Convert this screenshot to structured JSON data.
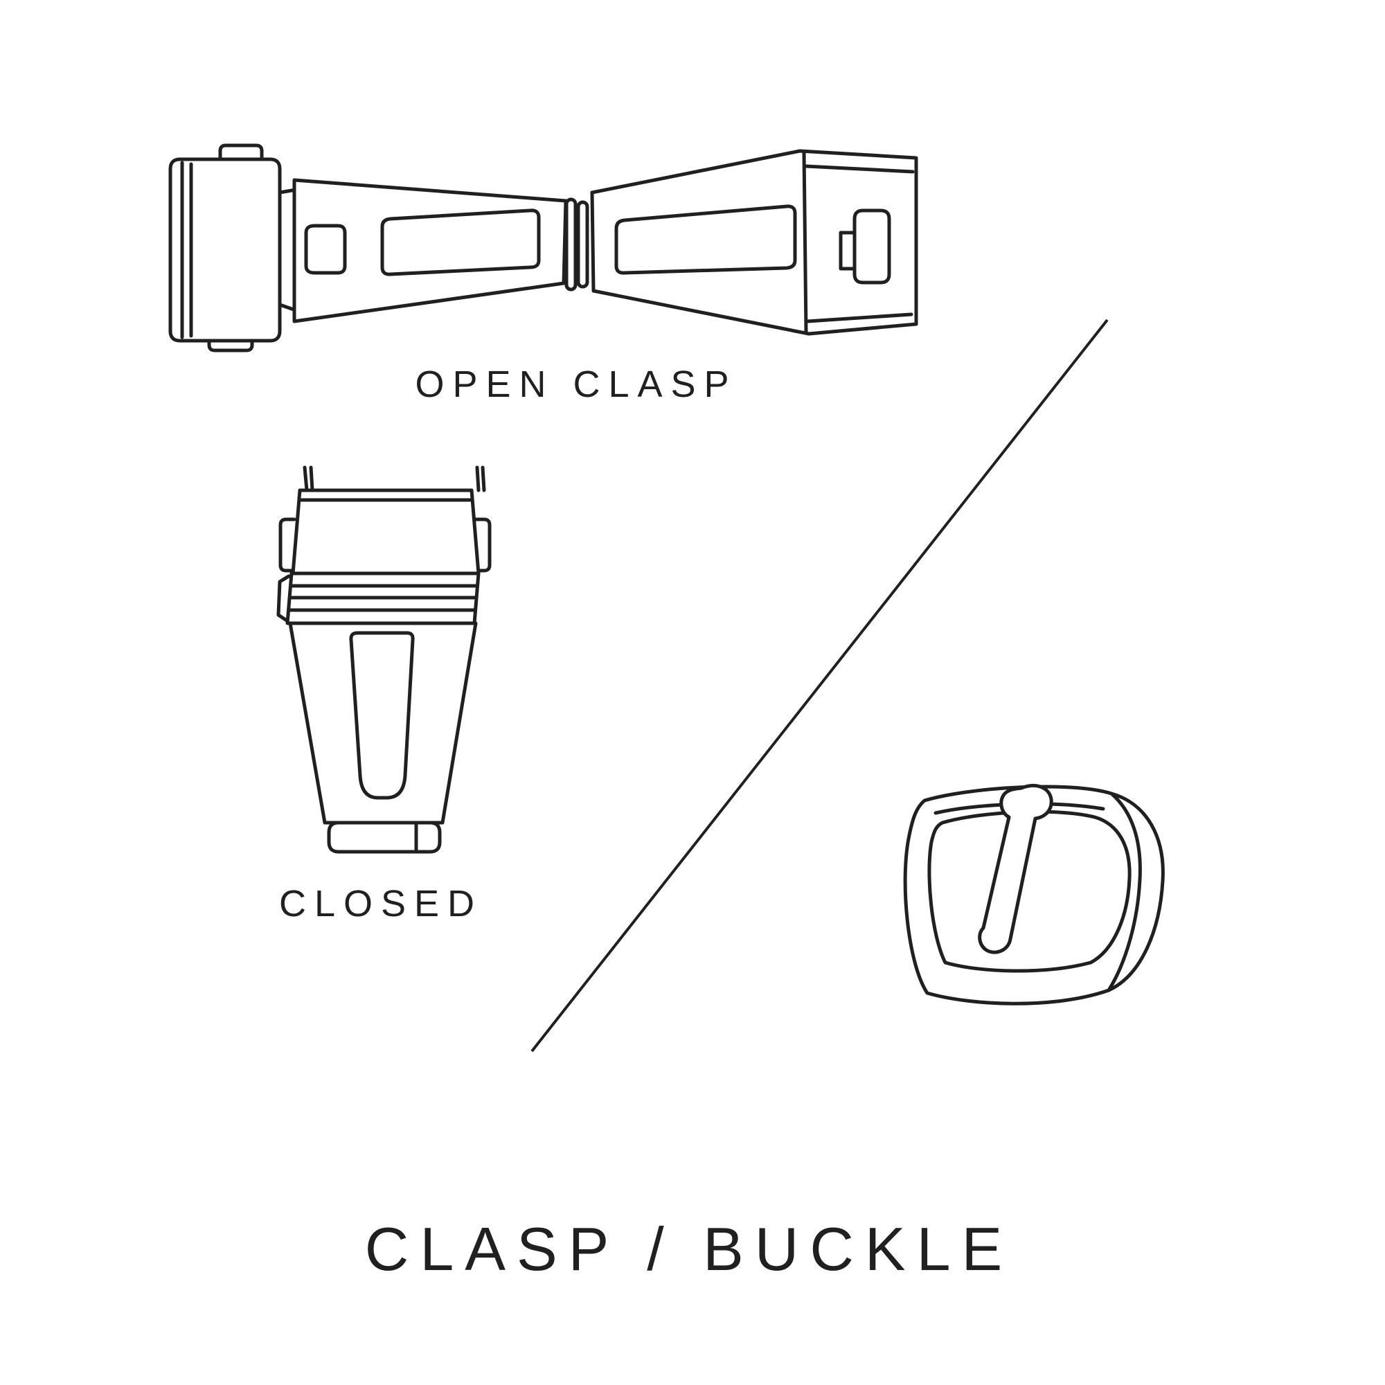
{
  "page": {
    "background_color": "#ffffff",
    "ink_color": "#202020",
    "title": "CLASP / BUCKLE"
  },
  "figures": {
    "open_clasp": {
      "label": "OPEN CLASP",
      "illustration_name": "open-deployant-clasp-top-view"
    },
    "closed_clasp": {
      "label": "CLOSED",
      "illustration_name": "closed-deployant-clasp-top-view"
    },
    "buckle": {
      "illustration_name": "tang-buckle-perspective-view"
    }
  },
  "divider": {
    "type": "diagonal-line"
  }
}
